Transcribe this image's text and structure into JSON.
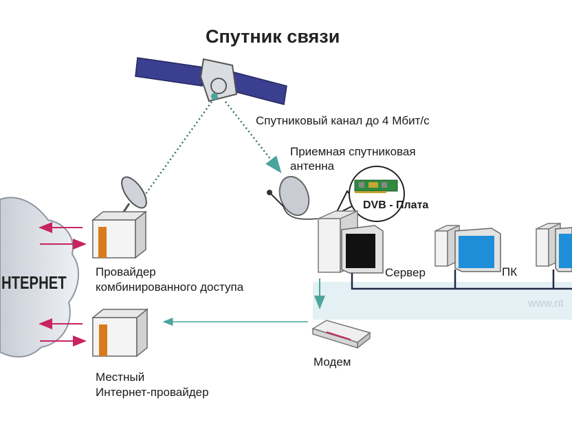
{
  "title": "Спутник связи",
  "labels": {
    "satellite_channel": "Спутниковый канал до 4 Мбит/с",
    "receiving_antenna_line1": "Приемная спутниковая",
    "receiving_antenna_line2": "антенна",
    "dvb_card": "DVB - Плата",
    "provider_combined_line1": "Провайдер",
    "provider_combined_line2": "комбинированного доступа",
    "internet_cloud": "НТЕРНЕТ",
    "server": "Сервер",
    "pc": "ПК",
    "modem": "Модем",
    "local_isp_line1": "Местный",
    "local_isp_line2": "Интернет-провайдер",
    "watermark": "www.nt"
  },
  "colors": {
    "solar_panel": "#3b3f8f",
    "monitor_screen": "#1e8ed8",
    "arrow_magenta": "#c8245f",
    "arrow_teal": "#4aa59c",
    "dotted_link": "#2f6f6a",
    "building_door": "#d97a1e",
    "network_band": "#e3f0f4"
  }
}
